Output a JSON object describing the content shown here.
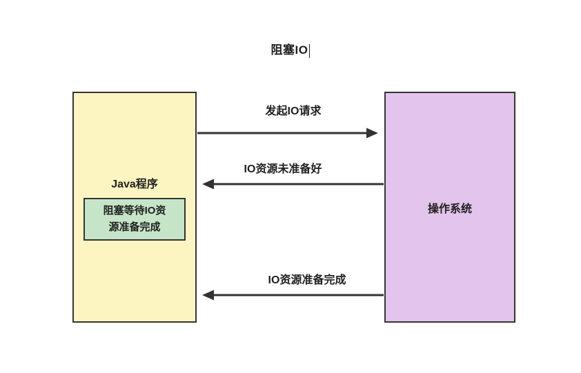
{
  "title": "阻塞IO",
  "left_box": {
    "label": "Java程序",
    "inner_box": {
      "lines": [
        "阻塞等待IO资",
        "源准备完成"
      ]
    },
    "fill": "#fcf5c2",
    "border": "#333333"
  },
  "right_box": {
    "label": "操作系统",
    "fill": "#e2c4ec",
    "border": "#333333"
  },
  "arrows": [
    {
      "label": "发起IO请求",
      "direction": "right",
      "from": "Java程序",
      "to": "操作系统"
    },
    {
      "label": "IO资源未准备好",
      "direction": "left",
      "from": "操作系统",
      "to": "Java程序"
    },
    {
      "label": "IO资源准备完成",
      "direction": "left",
      "from": "操作系统",
      "to": "Java程序"
    }
  ],
  "colors": {
    "stroke": "#333333",
    "inner_green": "#c6e5c8"
  }
}
